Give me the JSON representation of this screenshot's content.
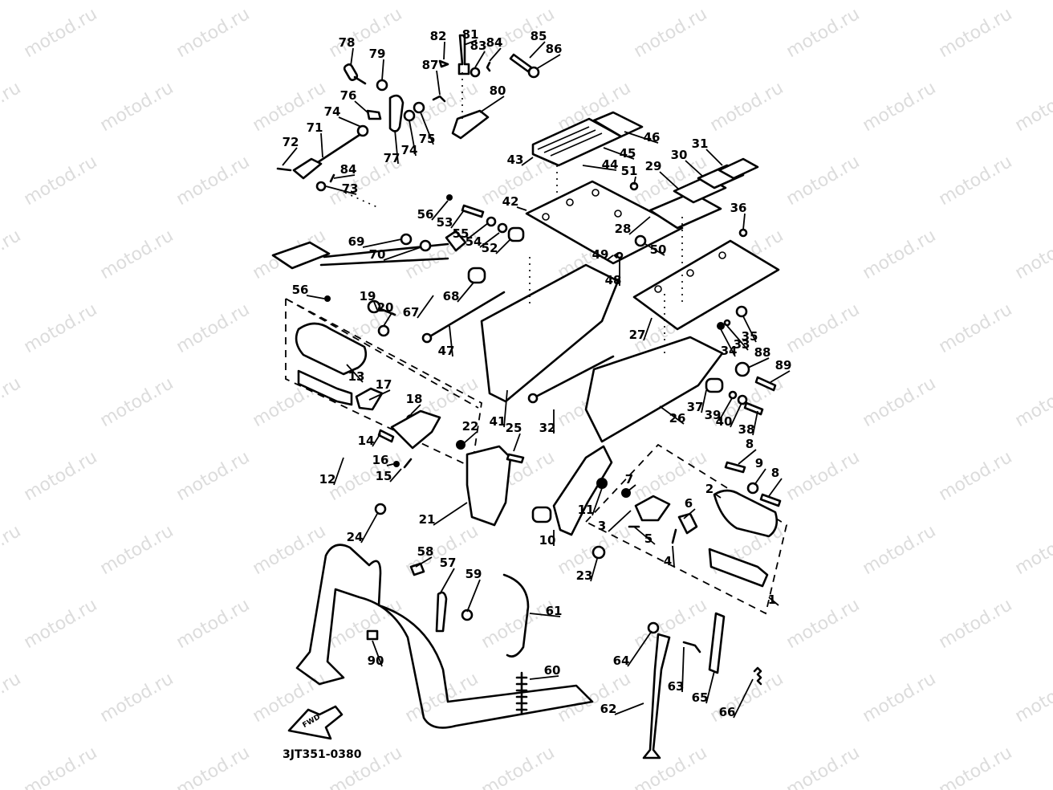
{
  "diagram": {
    "title_code": "3JT351-0380",
    "watermark": "motod.ru",
    "fwd_arrow_label": "FWD",
    "colors": {
      "ink": "#000000",
      "background": "#ffffff",
      "watermark": "#dcdcdc"
    }
  },
  "callouts": [
    {
      "id": "78",
      "label": "78"
    },
    {
      "id": "79",
      "label": "79"
    },
    {
      "id": "82",
      "label": "82"
    },
    {
      "id": "81",
      "label": "81"
    },
    {
      "id": "83",
      "label": "83"
    },
    {
      "id": "84a",
      "label": "84"
    },
    {
      "id": "85",
      "label": "85"
    },
    {
      "id": "86",
      "label": "86"
    },
    {
      "id": "87",
      "label": "87"
    },
    {
      "id": "80",
      "label": "80"
    },
    {
      "id": "76",
      "label": "76"
    },
    {
      "id": "74a",
      "label": "74"
    },
    {
      "id": "71",
      "label": "71"
    },
    {
      "id": "77",
      "label": "77"
    },
    {
      "id": "74b",
      "label": "74"
    },
    {
      "id": "75",
      "label": "75"
    },
    {
      "id": "72",
      "label": "72"
    },
    {
      "id": "84b",
      "label": "84"
    },
    {
      "id": "73",
      "label": "73"
    },
    {
      "id": "46",
      "label": "46"
    },
    {
      "id": "45",
      "label": "45"
    },
    {
      "id": "43",
      "label": "43"
    },
    {
      "id": "44",
      "label": "44"
    },
    {
      "id": "31",
      "label": "31"
    },
    {
      "id": "30",
      "label": "30"
    },
    {
      "id": "29",
      "label": "29"
    },
    {
      "id": "51",
      "label": "51"
    },
    {
      "id": "42",
      "label": "42"
    },
    {
      "id": "56a",
      "label": "56"
    },
    {
      "id": "53",
      "label": "53"
    },
    {
      "id": "55",
      "label": "55"
    },
    {
      "id": "54",
      "label": "54"
    },
    {
      "id": "52",
      "label": "52"
    },
    {
      "id": "28",
      "label": "28"
    },
    {
      "id": "36",
      "label": "36"
    },
    {
      "id": "69",
      "label": "69"
    },
    {
      "id": "70",
      "label": "70"
    },
    {
      "id": "50",
      "label": "50"
    },
    {
      "id": "49",
      "label": "49"
    },
    {
      "id": "48",
      "label": "48"
    },
    {
      "id": "56b",
      "label": "56"
    },
    {
      "id": "19",
      "label": "19"
    },
    {
      "id": "20",
      "label": "20"
    },
    {
      "id": "67",
      "label": "67"
    },
    {
      "id": "68",
      "label": "68"
    },
    {
      "id": "27",
      "label": "27"
    },
    {
      "id": "35",
      "label": "35"
    },
    {
      "id": "34",
      "label": "34"
    },
    {
      "id": "33",
      "label": "33"
    },
    {
      "id": "47",
      "label": "47"
    },
    {
      "id": "88",
      "label": "88"
    },
    {
      "id": "89",
      "label": "89"
    },
    {
      "id": "13",
      "label": "13"
    },
    {
      "id": "17",
      "label": "17"
    },
    {
      "id": "37",
      "label": "37"
    },
    {
      "id": "39",
      "label": "39"
    },
    {
      "id": "40",
      "label": "40"
    },
    {
      "id": "38",
      "label": "38"
    },
    {
      "id": "26",
      "label": "26"
    },
    {
      "id": "18",
      "label": "18"
    },
    {
      "id": "41",
      "label": "41"
    },
    {
      "id": "32",
      "label": "32"
    },
    {
      "id": "22",
      "label": "22"
    },
    {
      "id": "25",
      "label": "25"
    },
    {
      "id": "14",
      "label": "14"
    },
    {
      "id": "8a",
      "label": "8"
    },
    {
      "id": "9",
      "label": "9"
    },
    {
      "id": "8b",
      "label": "8"
    },
    {
      "id": "16",
      "label": "16"
    },
    {
      "id": "12",
      "label": "12"
    },
    {
      "id": "15",
      "label": "15"
    },
    {
      "id": "7",
      "label": "7"
    },
    {
      "id": "2",
      "label": "2"
    },
    {
      "id": "11",
      "label": "11"
    },
    {
      "id": "6",
      "label": "6"
    },
    {
      "id": "3",
      "label": "3"
    },
    {
      "id": "21",
      "label": "21"
    },
    {
      "id": "10",
      "label": "10"
    },
    {
      "id": "5",
      "label": "5"
    },
    {
      "id": "24",
      "label": "24"
    },
    {
      "id": "4",
      "label": "4"
    },
    {
      "id": "23",
      "label": "23"
    },
    {
      "id": "58",
      "label": "58"
    },
    {
      "id": "57",
      "label": "57"
    },
    {
      "id": "59",
      "label": "59"
    },
    {
      "id": "61",
      "label": "61"
    },
    {
      "id": "60",
      "label": "60"
    },
    {
      "id": "64",
      "label": "64"
    },
    {
      "id": "63",
      "label": "63"
    },
    {
      "id": "90",
      "label": "90"
    },
    {
      "id": "65",
      "label": "65"
    },
    {
      "id": "62",
      "label": "62"
    },
    {
      "id": "66",
      "label": "66"
    },
    {
      "id": "1",
      "label": "1"
    }
  ]
}
